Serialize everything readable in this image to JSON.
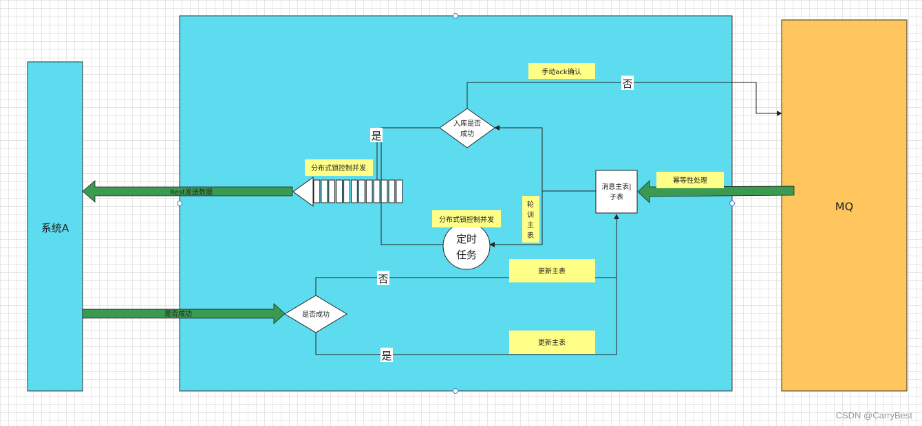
{
  "colors": {
    "cyan_fill": "#5ddbef",
    "mq_fill": "#ffc65e",
    "green_arrow": "#3a9a4f",
    "note_fill": "#ffff88",
    "line": "#222222"
  },
  "system_a": {
    "label": "系统A"
  },
  "mq": {
    "label": "MQ"
  },
  "nodes": {
    "msg_table": {
      "line1": "消息主表|",
      "line2": "子表"
    },
    "db_success_decision": {
      "line1": "入库是否",
      "line2": "成功"
    },
    "timer_task": {
      "line1": "定时",
      "line2": "任务"
    },
    "result_decision": {
      "label": "是否成功"
    }
  },
  "notes": {
    "manual_ack": "手动ack确认",
    "idempotent": "幂等性处理",
    "lock_top": "分布式锁控制并发",
    "lock_bottom": "分布式锁控制并发",
    "poll_main": [
      "轮",
      "训",
      "主",
      "表"
    ],
    "update_main_top": "更新主表",
    "update_main_bottom": "更新主表"
  },
  "edge_labels": {
    "no_top": "否",
    "yes_left": "是",
    "no_mid": "否",
    "yes_bottom": "是"
  },
  "arrows": {
    "rest_send": "Rest发送数据",
    "is_success": "是否成功"
  },
  "watermark": "CSDN @CarryBest"
}
